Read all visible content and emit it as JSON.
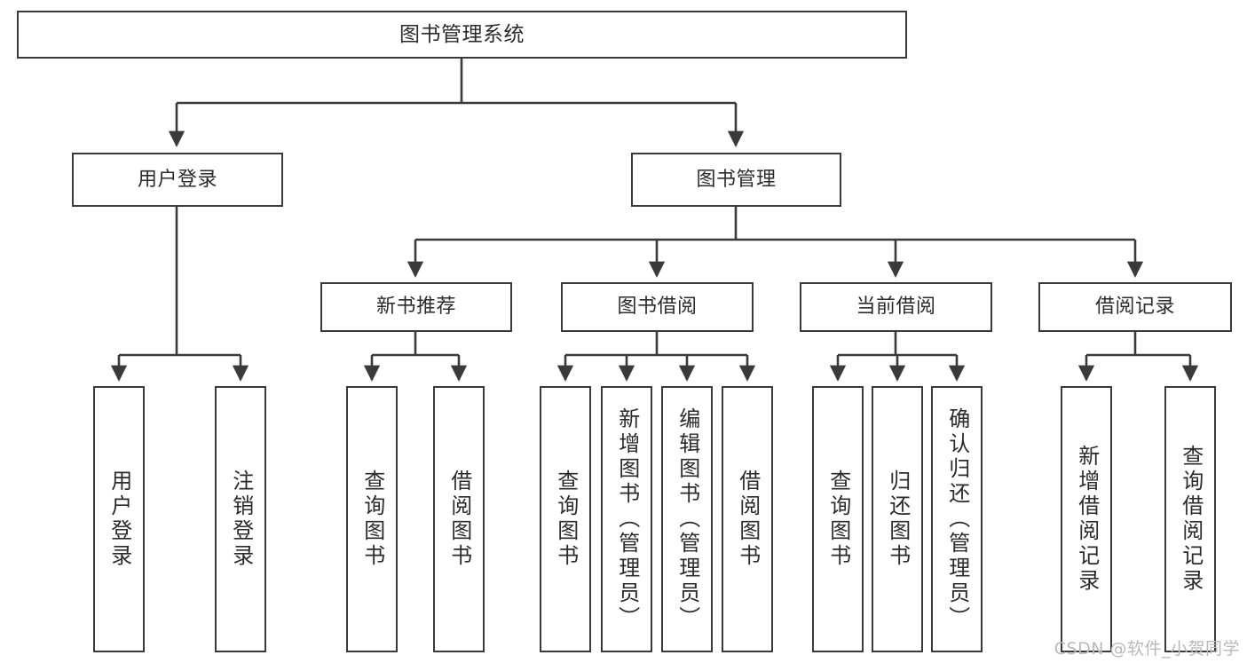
{
  "diagram": {
    "title": "图书管理系统",
    "type": "hierarchy-tree",
    "root": {
      "id": "root",
      "label": "图书管理系统"
    },
    "level2": [
      {
        "id": "user-login",
        "label": "用户登录"
      },
      {
        "id": "book-management",
        "label": "图书管理"
      }
    ],
    "level3": [
      {
        "id": "new-book-recommend",
        "label": "新书推荐",
        "parent": "book-management"
      },
      {
        "id": "book-borrow",
        "label": "图书借阅",
        "parent": "book-management"
      },
      {
        "id": "current-borrow",
        "label": "当前借阅",
        "parent": "book-management"
      },
      {
        "id": "borrow-record",
        "label": "借阅记录",
        "parent": "book-management"
      }
    ],
    "leaves": {
      "user_login": [
        {
          "id": "leaf-user-login",
          "label": "用户登录"
        },
        {
          "id": "leaf-logout",
          "label": "注销登录"
        }
      ],
      "new_book_recommend": [
        {
          "id": "leaf-query-book-1",
          "label": "查询图书"
        },
        {
          "id": "leaf-borrow-book-1",
          "label": "借阅图书"
        }
      ],
      "book_borrow": [
        {
          "id": "leaf-query-book-2",
          "label": "查询图书"
        },
        {
          "id": "leaf-add-book",
          "label": "新增图书（管理员）"
        },
        {
          "id": "leaf-edit-book",
          "label": "编辑图书（管理员）"
        },
        {
          "id": "leaf-borrow-book-2",
          "label": "借阅图书"
        }
      ],
      "current_borrow": [
        {
          "id": "leaf-query-book-3",
          "label": "查询图书"
        },
        {
          "id": "leaf-return-book",
          "label": "归还图书"
        },
        {
          "id": "leaf-confirm-return",
          "label": "确认归还（管理员）"
        }
      ],
      "borrow_record": [
        {
          "id": "leaf-add-record",
          "label": "新增借阅记录"
        },
        {
          "id": "leaf-query-record",
          "label": "查询借阅记录"
        }
      ]
    }
  },
  "watermark": {
    "text": "CSDN @软件_小贺同学"
  },
  "colors": {
    "background": "#ffffff",
    "stroke": "#3a3a3c",
    "text": "#2b2b2b",
    "watermark": "#b9b9bb"
  }
}
